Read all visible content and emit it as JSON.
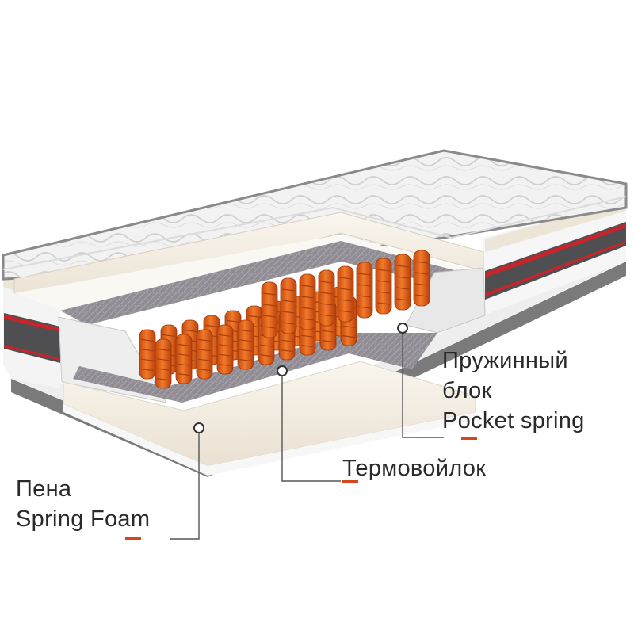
{
  "colors": {
    "accent": "#d7461a",
    "springs": "#e8661e",
    "felt": "#8f8c94",
    "foam": "#f1ebdf",
    "cover": "#f3f3f3",
    "border_gray": "#6d6d6d",
    "stripe_red": "#c8242a"
  },
  "labels": {
    "spring_block": {
      "line1": "Пружинный",
      "line2": "блок",
      "line3": "Pocket spring"
    },
    "felt": {
      "line1": "Термовойлок"
    },
    "foam": {
      "line1": "Пена",
      "line2": "Spring Foam"
    }
  },
  "icons": [
    "callout-dot-icon",
    "callout-dot-icon",
    "callout-dot-icon"
  ]
}
